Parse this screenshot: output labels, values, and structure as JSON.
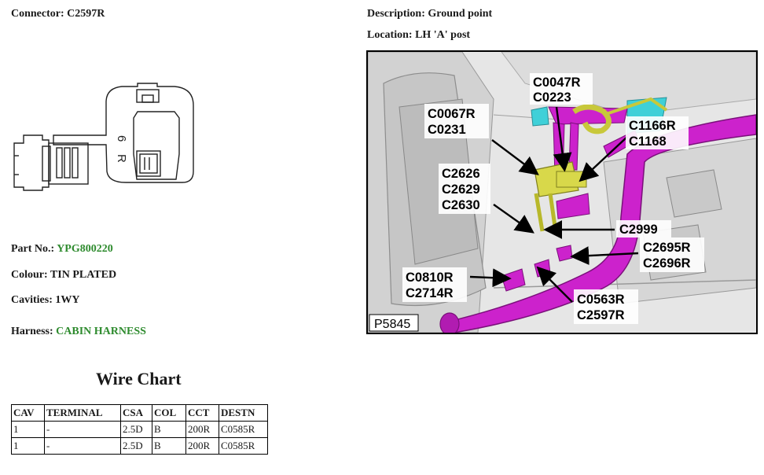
{
  "connector": {
    "label": "Connector:",
    "value": "C2597R"
  },
  "description": {
    "label": "Description:",
    "value": "Ground point"
  },
  "location": {
    "label": "Location:",
    "value": "LH 'A' post"
  },
  "part_no": {
    "label": "Part No.:",
    "value": "YPG800220"
  },
  "colour": {
    "label": "Colour:",
    "value": "TIN PLATED"
  },
  "cavities": {
    "label": "Cavities:",
    "value": "1WY"
  },
  "harness": {
    "label": "Harness:",
    "value": "CABIN HARNESS"
  },
  "connector_marking": {
    "line1": "6",
    "line2": "R"
  },
  "wire_chart": {
    "title": "Wire Chart",
    "headers": [
      "CAV",
      "TERMINAL",
      "CSA",
      "COL",
      "CCT",
      "DESTN"
    ],
    "rows": [
      [
        "1",
        "-",
        "2.5D",
        "B",
        "200R",
        "C0585R"
      ],
      [
        "1",
        "-",
        "2.5D",
        "B",
        "200R",
        "C0585R"
      ]
    ]
  },
  "location_image": {
    "figure_id": "P5845",
    "callouts": {
      "c0047r": [
        "C0047R",
        "C0223"
      ],
      "c0067r": [
        "C0067R",
        "C0231"
      ],
      "c1166r": [
        "C1166R",
        "C1168"
      ],
      "c2626": [
        "C2626",
        "C2629",
        "C2630"
      ],
      "c2999": [
        "C2999"
      ],
      "c2695r": [
        "C2695R",
        "C2696R"
      ],
      "c0810r": [
        "C0810R",
        "C2714R"
      ],
      "c0563r": [
        "C0563R",
        "C2597R"
      ]
    }
  },
  "colors": {
    "harness_magenta": "#cc22cc",
    "connector_yellow": "#d8d84a",
    "label_green": "#2e8b2e",
    "accent_cyan": "#3fd0d8"
  }
}
